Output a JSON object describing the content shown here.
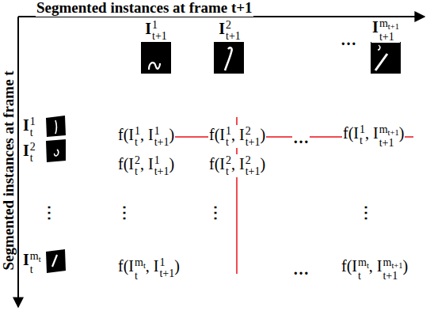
{
  "diagram": {
    "labels": [
      "Segmented instances at frame t+1",
      "Segmented instances at frame t",
      "I1t+1",
      "I2t+1",
      "…",
      "Imt+1t+1",
      "I1t",
      "I2t",
      "Imtt",
      "f(I1t, I1t+1)",
      "f(I1t, I2t+1)",
      "…",
      "f(I1t, Imt+1t+1)",
      "f(I2t, I1t+1)",
      "f(I2t, I2t+1)",
      "⋮",
      "⋮",
      "⋮",
      "⋮",
      "f(Imtt, I1t+1)",
      "…",
      "f(Imtt, Imt+1t+1)"
    ]
  }
}
